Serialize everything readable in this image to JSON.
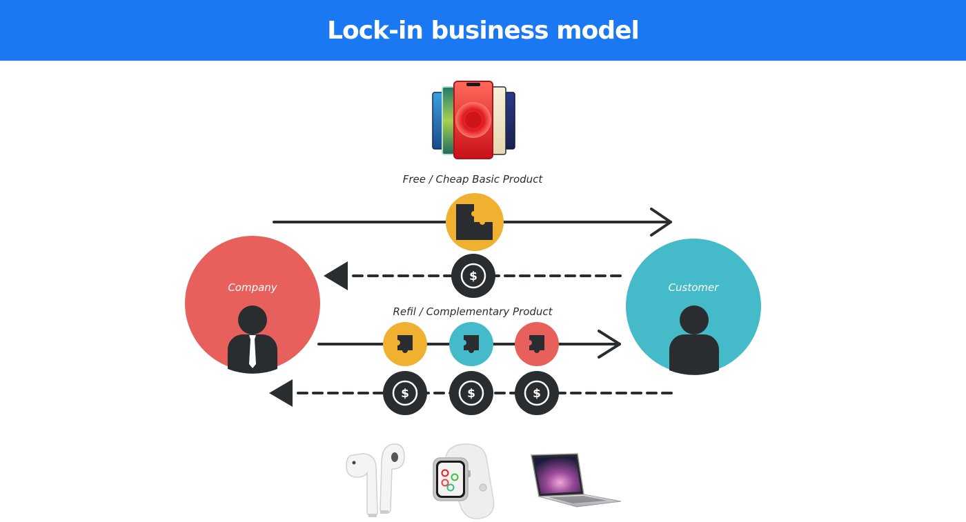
{
  "header": {
    "title": "Lock-in business model"
  },
  "colors": {
    "header_bg": "#1a78f2",
    "company": "#e8605c",
    "customer": "#45bac8",
    "yellow": "#f0b030",
    "dark": "#2a2d30"
  },
  "top_product": {
    "name": "iPhone lineup",
    "icon": "smartphones-image"
  },
  "basic_flow": {
    "label": "Free / Cheap Basic Product",
    "direction": "company-to-customer",
    "icon": "puzzle-piece-icon"
  },
  "basic_payment": {
    "symbol": "$",
    "direction": "customer-to-company",
    "style": "dashed"
  },
  "company": {
    "label": "Company",
    "icon": "businessman-icon"
  },
  "customer": {
    "label": "Customer",
    "icon": "person-icon"
  },
  "refill_flow": {
    "label": "Refil / Complementary Product",
    "direction": "company-to-customer",
    "pieces": [
      {
        "color": "#f0b030",
        "icon": "puzzle-piece-icon"
      },
      {
        "color": "#45bac8",
        "icon": "puzzle-piece-icon"
      },
      {
        "color": "#e8605c",
        "icon": "puzzle-piece-icon"
      }
    ]
  },
  "refill_payments": {
    "symbols": [
      "$",
      "$",
      "$"
    ],
    "direction": "customer-to-company",
    "style": "dashed"
  },
  "bottom_products": [
    {
      "name": "AirPods",
      "icon": "earbuds-image"
    },
    {
      "name": "Apple Watch",
      "icon": "smartwatch-image"
    },
    {
      "name": "MacBook",
      "icon": "laptop-image"
    }
  ]
}
